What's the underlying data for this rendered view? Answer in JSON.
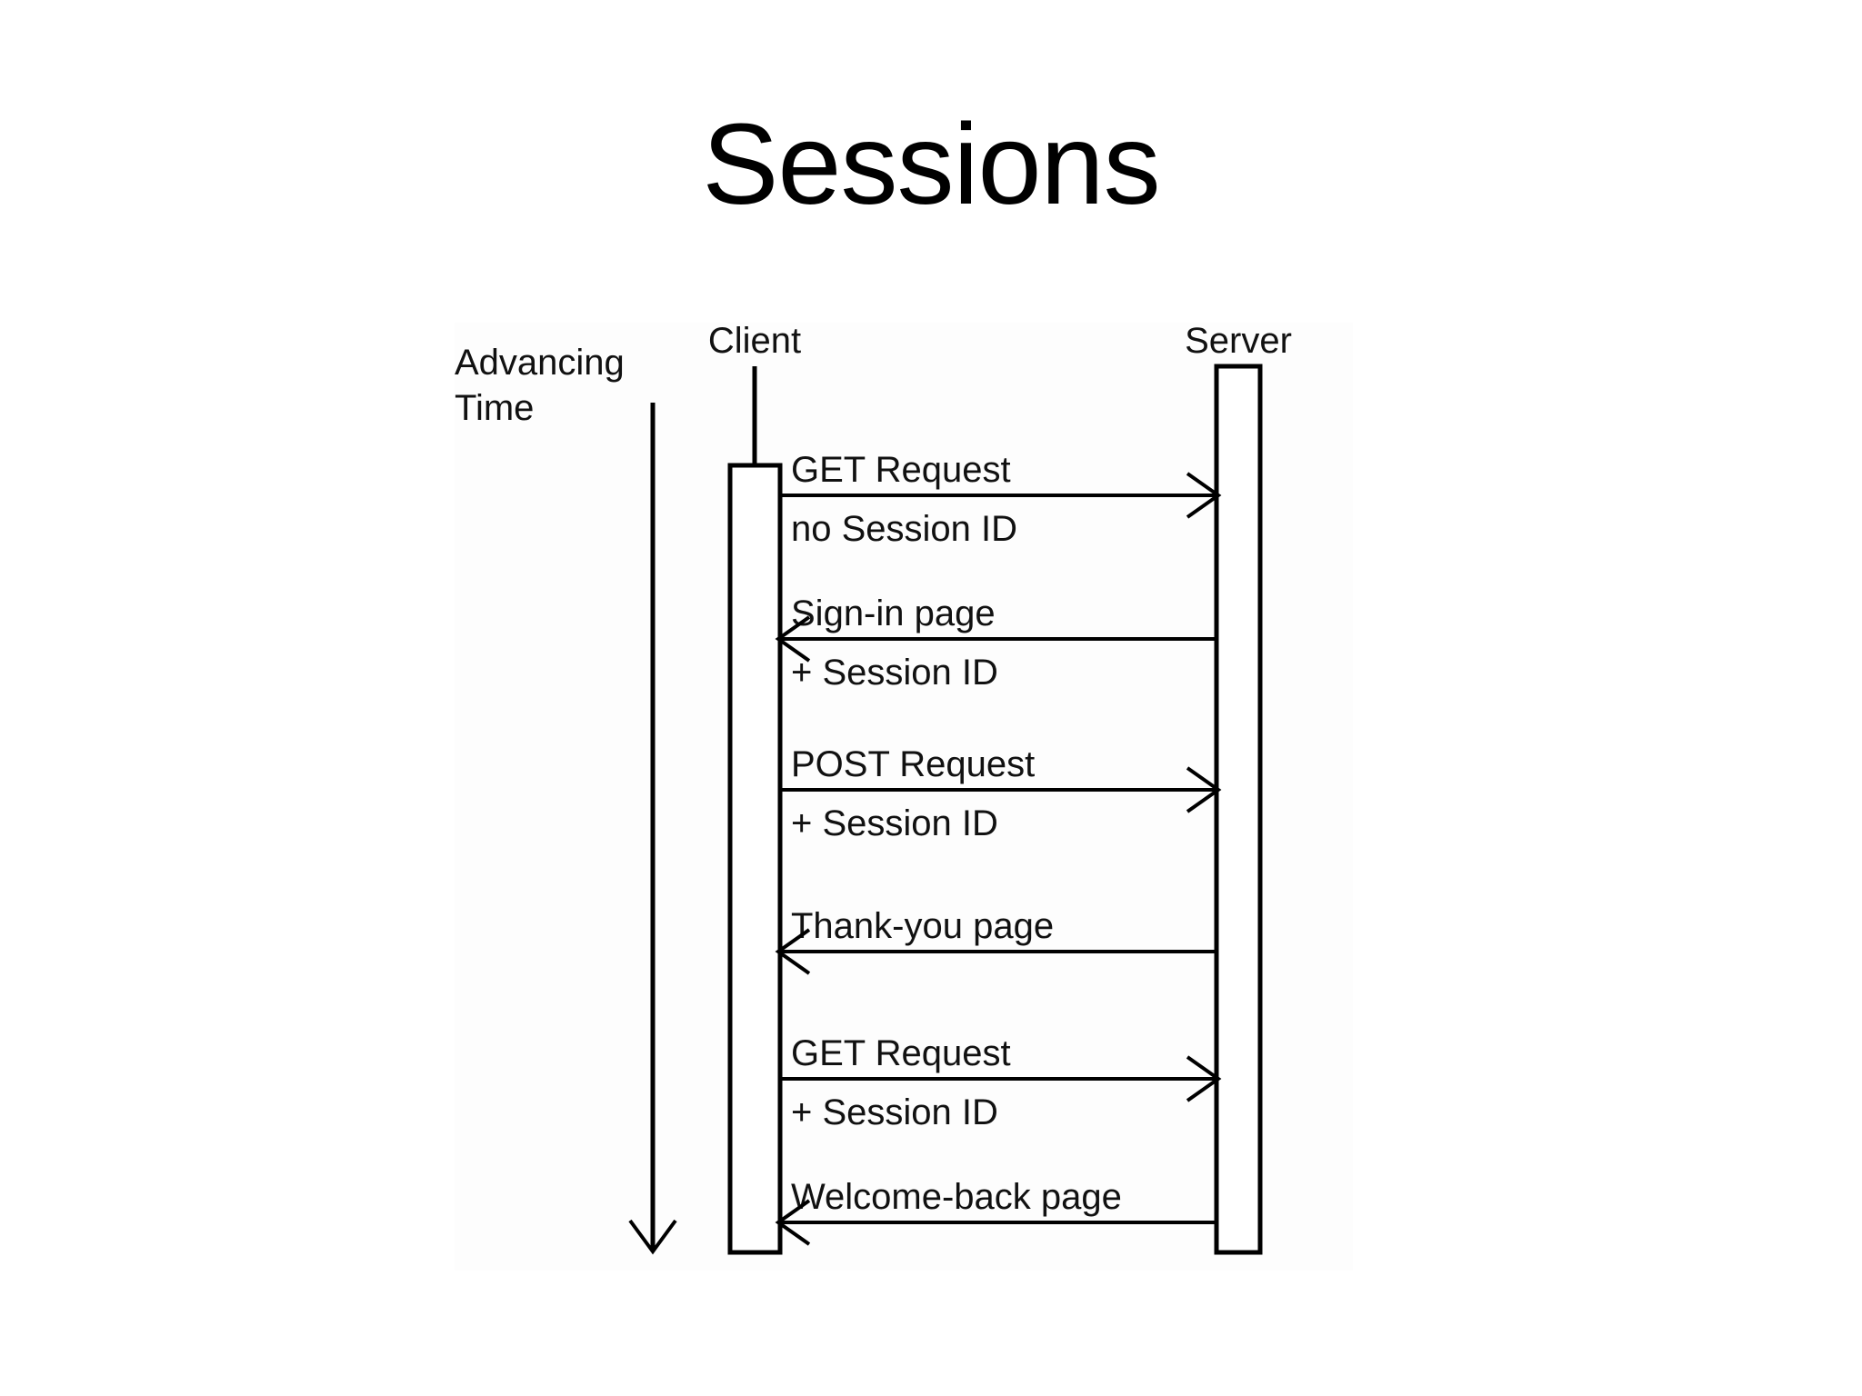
{
  "slide": {
    "title": "Sessions",
    "background_color": "#ffffff",
    "text_color": "#000000"
  },
  "diagram": {
    "type": "sequence-diagram",
    "time_axis": {
      "label_line1": "Advancing",
      "label_line2": "Time",
      "direction": "downward",
      "arrow_style": "open-v"
    },
    "lifelines": [
      {
        "id": "client",
        "label": "Client"
      },
      {
        "id": "server",
        "label": "Server"
      }
    ],
    "messages": [
      {
        "index": 1,
        "from": "client",
        "to": "server",
        "direction": "right",
        "label_above": "GET Request",
        "label_below": "no Session ID"
      },
      {
        "index": 2,
        "from": "server",
        "to": "client",
        "direction": "left",
        "label_above": "Sign-in page",
        "label_below": "+ Session ID"
      },
      {
        "index": 3,
        "from": "client",
        "to": "server",
        "direction": "right",
        "label_above": "POST Request",
        "label_below": "+ Session ID"
      },
      {
        "index": 4,
        "from": "server",
        "to": "client",
        "direction": "left",
        "label_above": "Thank-you page",
        "label_below": ""
      },
      {
        "index": 5,
        "from": "client",
        "to": "server",
        "direction": "right",
        "label_above": "GET Request",
        "label_below": "+ Session ID"
      },
      {
        "index": 6,
        "from": "server",
        "to": "client",
        "direction": "left",
        "label_above": "Welcome-back page",
        "label_below": ""
      }
    ]
  }
}
